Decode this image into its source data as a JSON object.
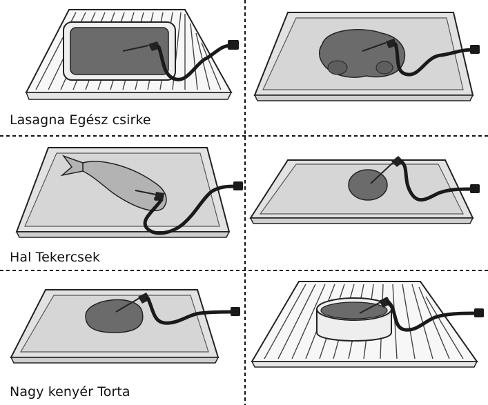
{
  "captions": {
    "row1": "Lasagna Egész csirke",
    "row2": "Hal Tekercsek",
    "row3": "Nagy kenyér Torta"
  },
  "panels": [
    {
      "food": "lasagna",
      "surface": "wire-rack",
      "icon": "lasagna-dish-icon"
    },
    {
      "food": "whole-chicken",
      "surface": "baking-tray",
      "icon": "chicken-icon"
    },
    {
      "food": "fish",
      "surface": "baking-tray",
      "icon": "fish-icon"
    },
    {
      "food": "roll",
      "surface": "baking-tray",
      "icon": "roll-icon"
    },
    {
      "food": "large-bread",
      "surface": "baking-tray",
      "icon": "bread-loaf-icon"
    },
    {
      "food": "cake",
      "surface": "wire-rack",
      "icon": "cake-pan-icon"
    }
  ],
  "colors": {
    "tray_fill": "#e2e2e2",
    "tray_stroke": "#222222",
    "food_fill": "#6b6b6b",
    "fish_fill": "#b3b3b3",
    "cable": "#1a1a1a",
    "divider": "#111111"
  }
}
